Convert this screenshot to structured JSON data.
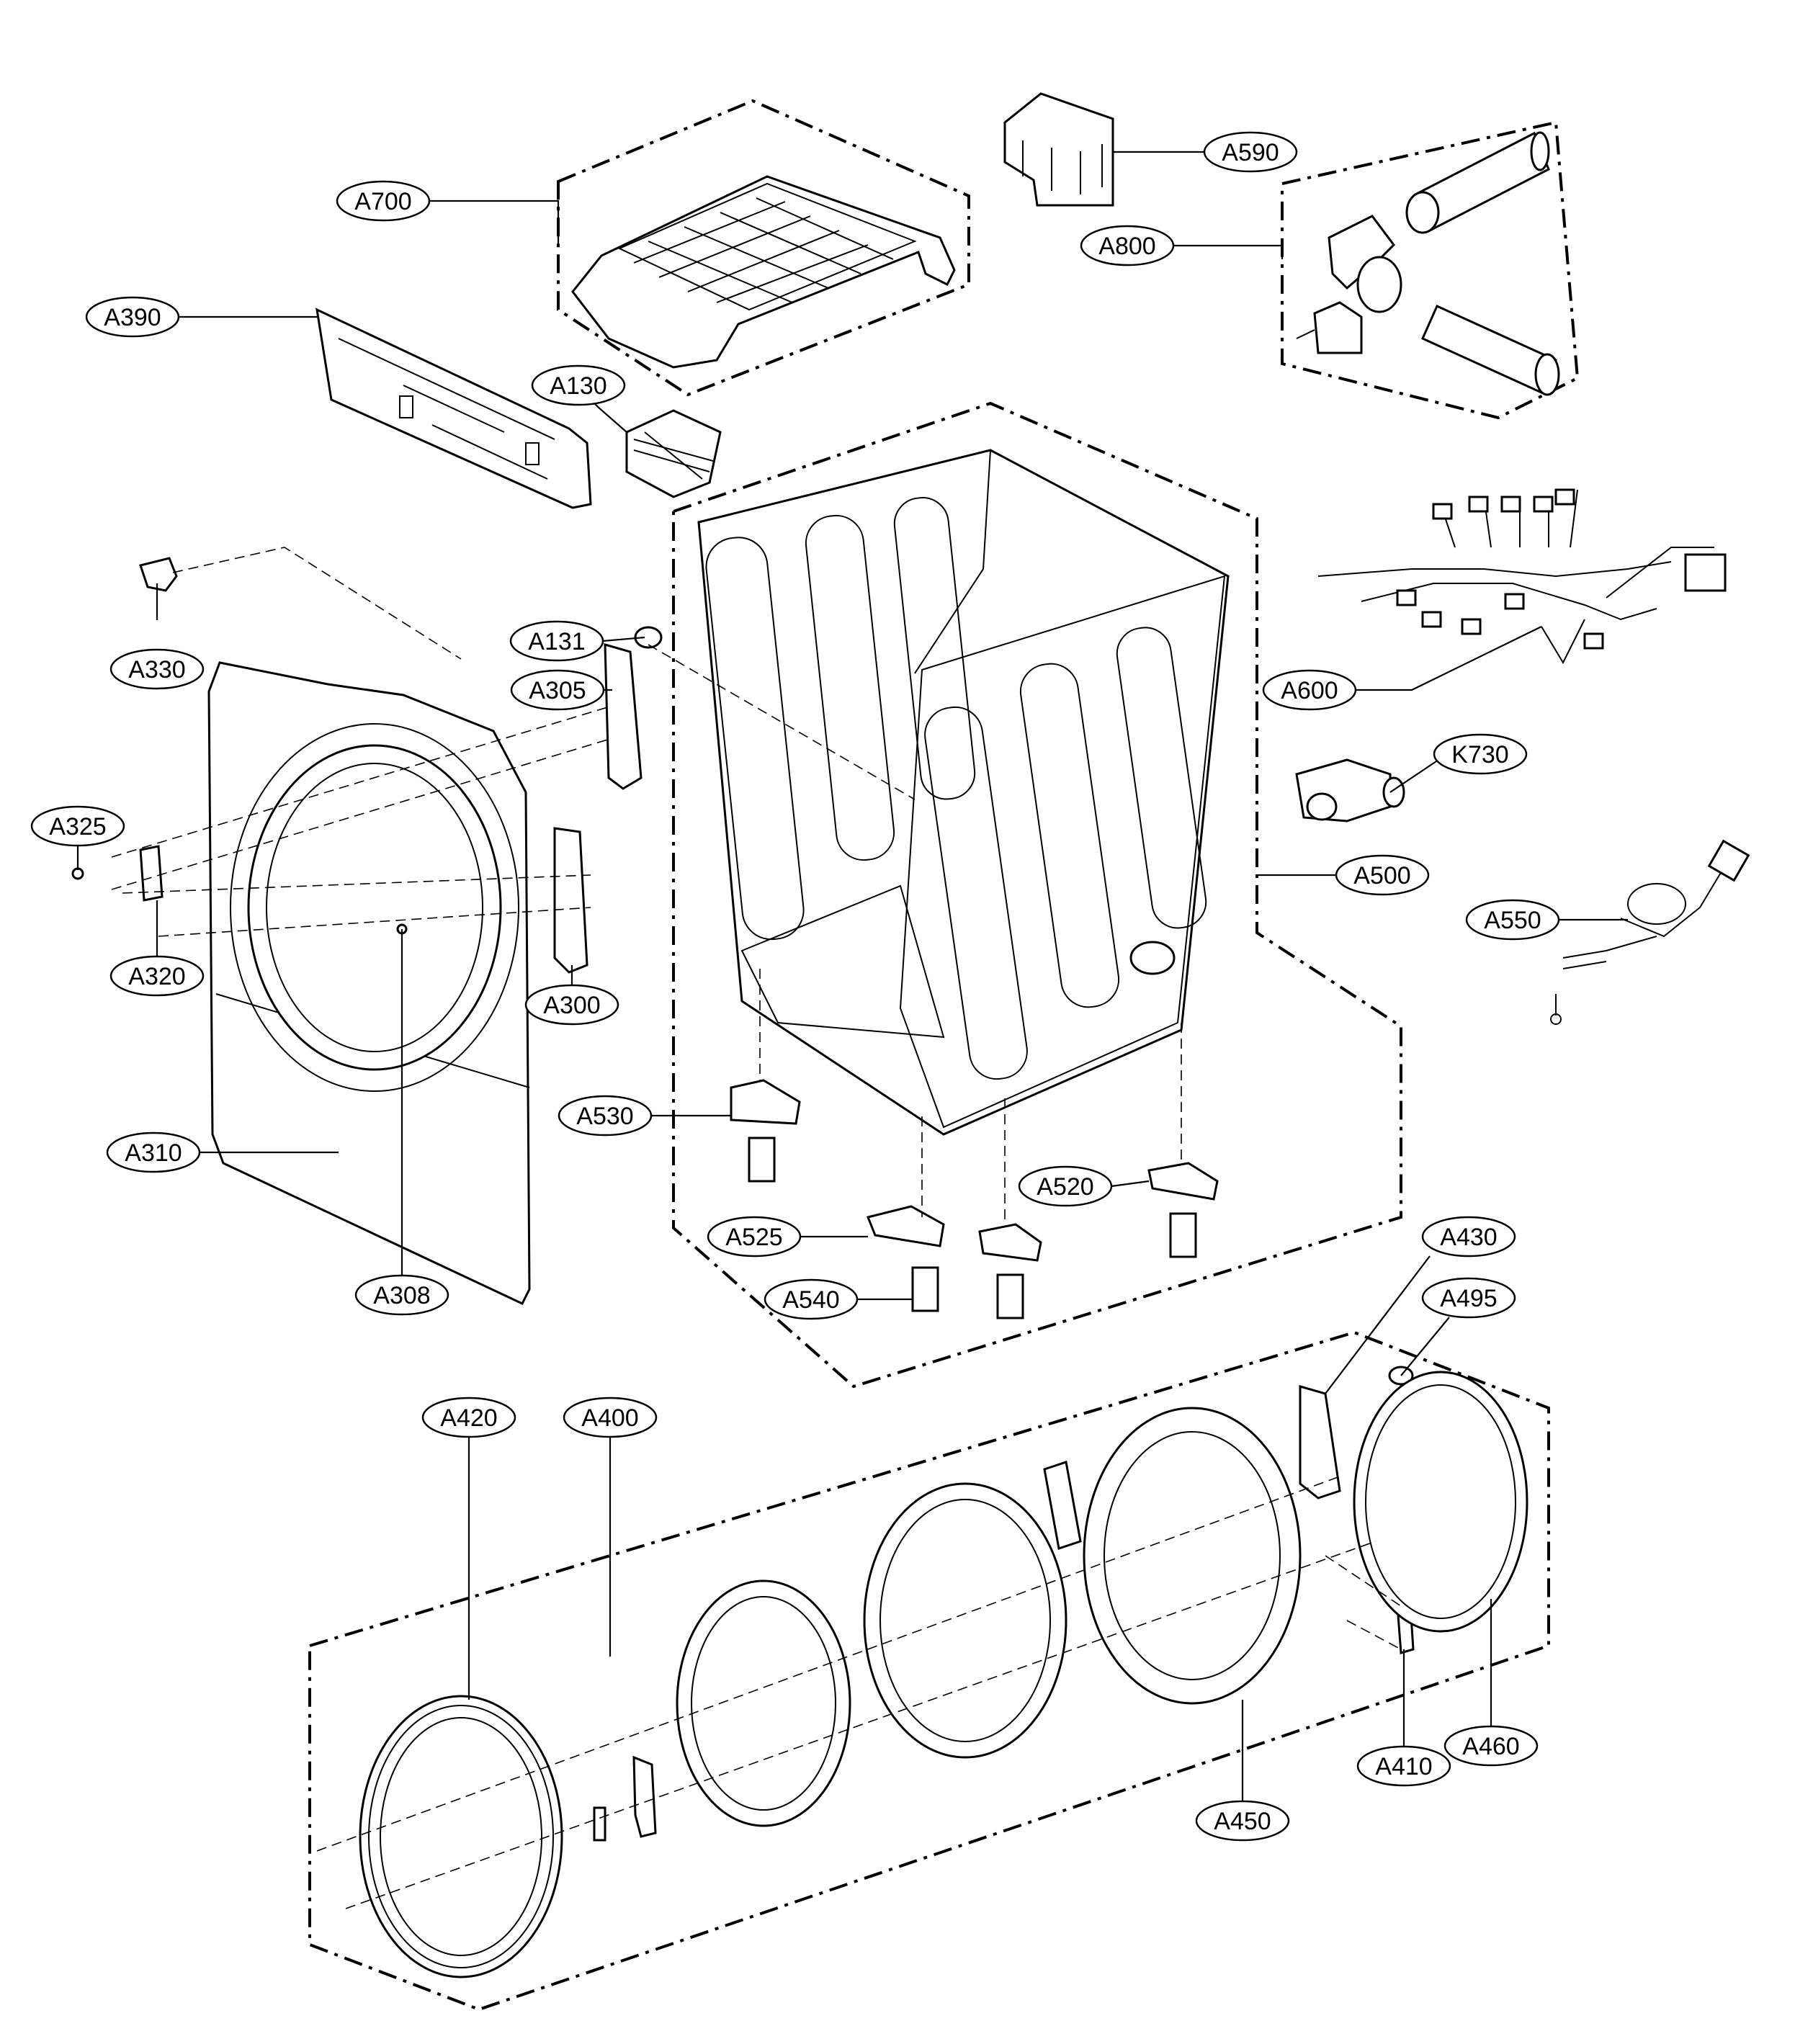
{
  "callouts": {
    "A700": "A700",
    "A590": "A590",
    "A800": "A800",
    "A390": "A390",
    "A130": "A130",
    "A330": "A330",
    "A131": "A131",
    "A305": "A305",
    "A600": "A600",
    "K730": "K730",
    "A325": "A325",
    "A500": "A500",
    "A550": "A550",
    "A320": "A320",
    "A300": "A300",
    "A530": "A530",
    "A310": "A310",
    "A520": "A520",
    "A525": "A525",
    "A430": "A430",
    "A308": "A308",
    "A540": "A540",
    "A495": "A495",
    "A420": "A420",
    "A400": "A400",
    "A460": "A460",
    "A410": "A410",
    "A450": "A450"
  }
}
